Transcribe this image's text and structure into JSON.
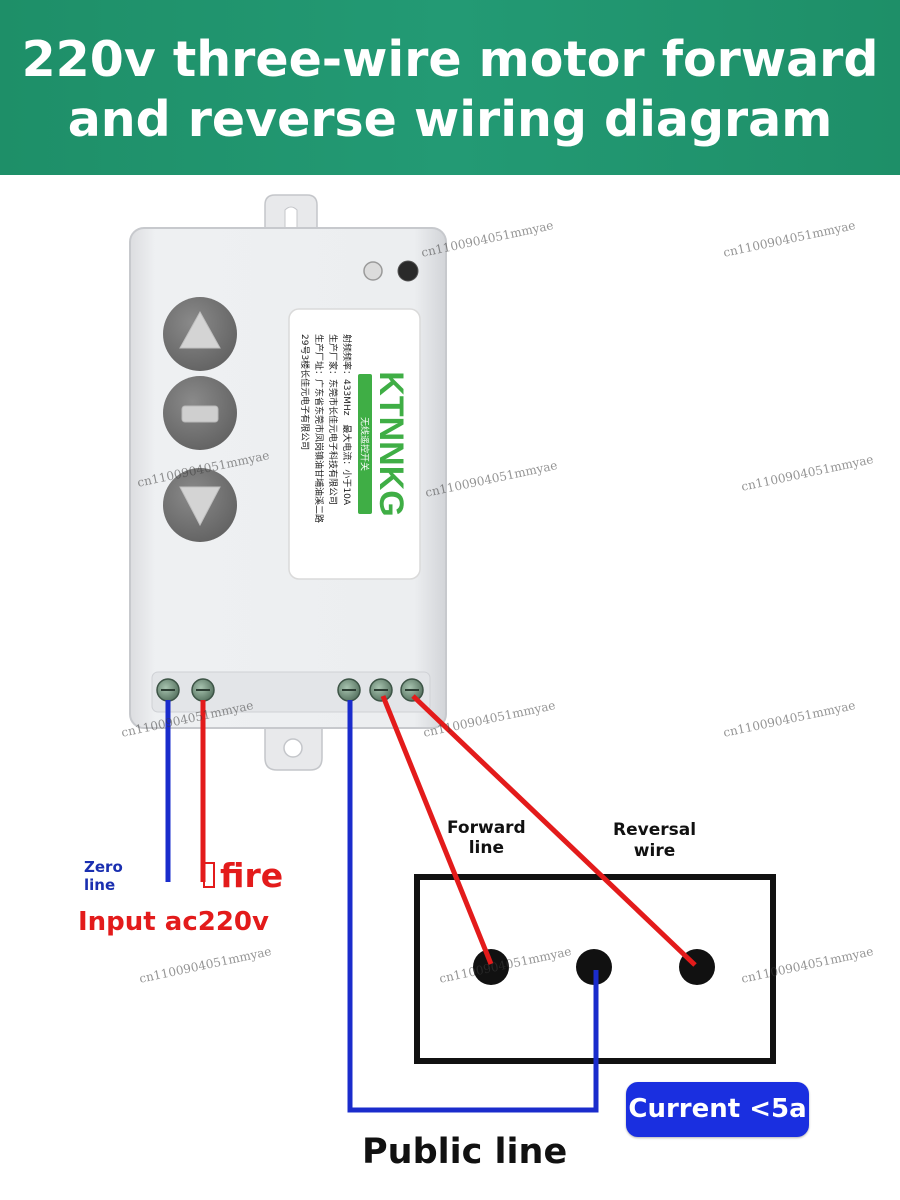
{
  "title": {
    "line1": "220v three-wire motor forward",
    "line2": "and reverse wiring diagram"
  },
  "device": {
    "brand": "KTNNKG",
    "subtitle": "无线遥控开关",
    "label_lines": [
      "射频频率：433MHz　最大电流：小于10A",
      "生产厂家：东莞市长佳元电子科技有限公司",
      "生产厂址：广东省东莞市凤岗镇油甘埔油溪二路",
      "29号3楼长佳元电子有限公司"
    ]
  },
  "labels": {
    "zero_line": "Zero\nline",
    "fire": "fire",
    "input": "Input ac220v",
    "forward": "Forward\nline",
    "reversal": "Reversal\nwire",
    "current": "Current <5a",
    "public": "Public line"
  },
  "watermark": "cn1100904051mmyae",
  "colors": {
    "header": "#239a74",
    "red_wire": "#e31b1b",
    "blue_wire": "#1a2ccc",
    "badge": "#1a2fe0",
    "zero_label": "#1a2fb0"
  }
}
